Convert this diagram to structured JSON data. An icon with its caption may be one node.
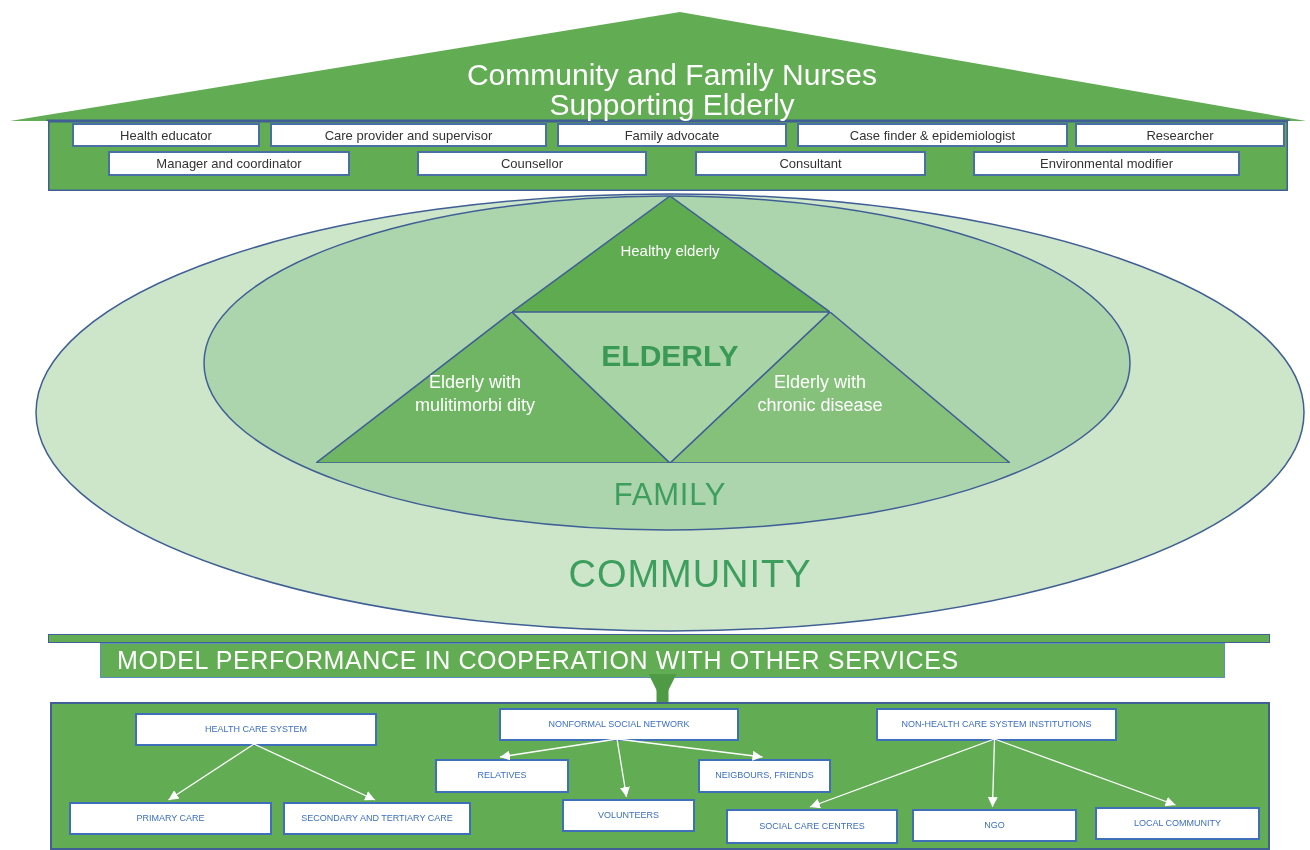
{
  "diagram": {
    "nodes": [
      {
        "text": [
          "Community and Family Nurses Supporting Elderly"
        ]
      },
      {
        "text": [
          "Health educator"
        ],
        "in": 0
      },
      {
        "text": [
          "Care provider and supervisor"
        ],
        "in": 0
      },
      {
        "text": [
          "Family advocate"
        ],
        "in": 0
      },
      {
        "text": [
          "Case finder & epidemiologist"
        ],
        "in": 0
      },
      {
        "text": [
          "Researcher"
        ],
        "in": 0
      },
      {
        "text": [
          "Manager and coordinator"
        ],
        "in": 0
      },
      {
        "text": [
          "Counsellor"
        ],
        "in": 0
      },
      {
        "text": [
          "Consultant"
        ],
        "in": 0
      },
      {
        "text": [
          "Environmental modifier"
        ],
        "in": 0
      },
      {
        "text": [
          "COMMUNITY"
        ]
      },
      {
        "text": [
          "FAMILY"
        ],
        "in": 10
      },
      {
        "text": [
          "Healthy elderly"
        ],
        "in": 11
      },
      {
        "text": [
          "Elderly with mulitimorbi dity"
        ],
        "in": 11
      },
      {
        "text": [
          "Elderly with chronic disease"
        ],
        "in": 11
      },
      {
        "text": [
          "ELDERLY"
        ],
        "in": 11
      },
      {
        "text": [
          "MODEL PERFORMANCE IN COOPERATION WITH OTHER SERVICES"
        ]
      },
      {
        "text": [],
        "shape": "box"
      },
      {
        "text": [
          "HEALTH CARE SYSTEM"
        ],
        "in": 17
      },
      {
        "text": [
          "PRIMARY CARE"
        ],
        "in": 17
      },
      {
        "text": [
          "SECONDARY AND TERTIARY CARE"
        ],
        "in": 17
      },
      {
        "text": [
          "NONFORMAL SOCIAL NETWORK"
        ],
        "in": 17
      },
      {
        "text": [
          "RELATIVES"
        ],
        "in": 17
      },
      {
        "text": [
          "VOLUNTEERS"
        ],
        "in": 17
      },
      {
        "text": [
          "NEIGBOURS, FRIENDS"
        ],
        "in": 17
      },
      {
        "text": [
          "NON-HEALTH CARE SYSTEM INSTITUTIONS"
        ],
        "in": 17
      },
      {
        "text": [
          "SOCIAL CARE CENTRES"
        ],
        "in": 17
      },
      {
        "text": [
          "NGO"
        ],
        "in": 17
      },
      {
        "text": [
          "LOCAL COMMUNITY"
        ],
        "in": 17
      }
    ],
    "edges": [
      {
        "from": 16,
        "to": 17,
        "arrow": "to",
        "style": "thick",
        "color": "#4e9a45"
      },
      {
        "from": 18,
        "to": 19,
        "arrow": "to"
      },
      {
        "from": 18,
        "to": 20,
        "arrow": "to"
      },
      {
        "from": 21,
        "to": 22,
        "arrow": "to"
      },
      {
        "from": 21,
        "to": 23,
        "arrow": "to"
      },
      {
        "from": 21,
        "to": 24,
        "arrow": "to"
      },
      {
        "from": 25,
        "to": 26,
        "arrow": "to"
      },
      {
        "from": 25,
        "to": 27,
        "arrow": "to"
      },
      {
        "from": 25,
        "to": 28,
        "arrow": "to"
      }
    ]
  }
}
